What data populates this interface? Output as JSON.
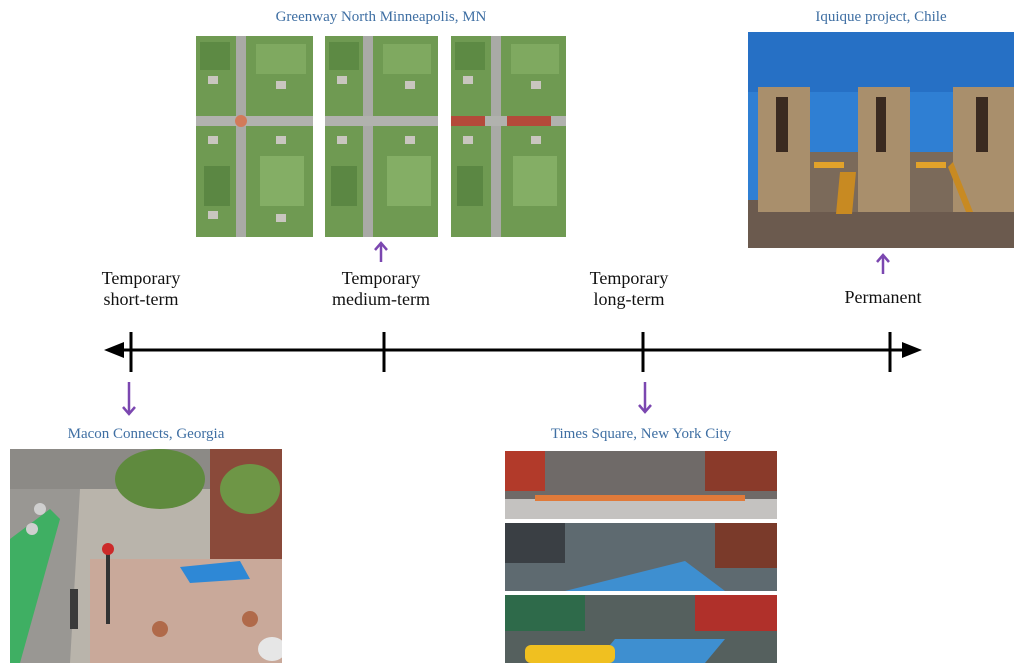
{
  "timeline": {
    "stages": [
      {
        "line1": "Temporary",
        "line2": "short-term"
      },
      {
        "line1": "Temporary",
        "line2": "medium-term"
      },
      {
        "line1": "Temporary",
        "line2": "long-term"
      },
      {
        "line1": "Permanent",
        "line2": ""
      }
    ]
  },
  "examples": {
    "greenway": "Greenway North Minneapolis, MN",
    "iquique": "Iquique project, Chile",
    "macon": "Macon Connects, Georgia",
    "times_square": "Times Square, New York City"
  },
  "colors": {
    "arrow": "#7b47b0",
    "caption": "#3f6fa3",
    "line": "#000000"
  }
}
